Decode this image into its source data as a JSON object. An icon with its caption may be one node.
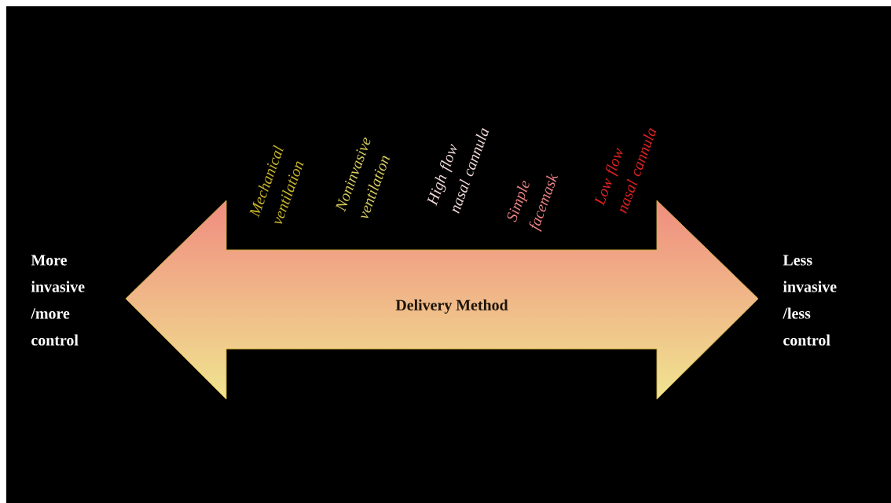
{
  "diagram": {
    "nodes": [
      {
        "text": [
          "Delivery Method"
        ]
      }
    ],
    "labels": [
      "Mechanical ventilation",
      "Noninvasive ventilation",
      "High flow nasal cannula",
      "Simple facemask",
      "Low flow nasal cannula",
      "More invasive /more control",
      "Less invasive /less control"
    ]
  }
}
